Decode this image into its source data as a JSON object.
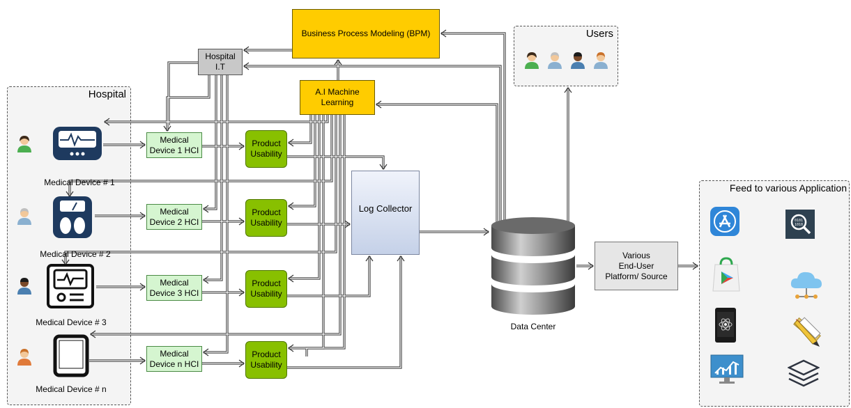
{
  "groups": {
    "hospital": "Hospital",
    "users": "Users",
    "feed": "Feed to various Application"
  },
  "nodes": {
    "bpm": "Business Process Modeling (BPM)",
    "hospital_it": [
      "Hospital",
      "I.T"
    ],
    "ai": [
      "A.I Machine",
      "Learning"
    ],
    "hci": [
      [
        "Medical",
        "Device 1 HCI"
      ],
      [
        "Medical",
        "Device 2 HCI"
      ],
      [
        "Medical",
        "Device 3 HCI"
      ],
      [
        "Medical",
        "Device n HCI"
      ]
    ],
    "usability": [
      "Product",
      "Usability"
    ],
    "log_collector": "Log Collector",
    "data_center": "Data Center",
    "various": [
      "Various",
      "End-User",
      "Platform/ Source"
    ]
  },
  "devices": [
    "Medical Device # 1",
    "Medical Device # 2",
    "Medical Device # 3",
    "Medical Device # n"
  ],
  "colors": {
    "yellow": "#ffcc00",
    "green_light": "#d5f5d0",
    "green_dark": "#88c000",
    "gray": "#c8c8c8",
    "device_navy": "#1e3a5f",
    "arrow": "#333333"
  },
  "user_icons": [
    "user-green-icon",
    "user-gray-icon",
    "user-dark-icon",
    "user-orange-icon"
  ],
  "app_icons": [
    "app-store-icon",
    "binary-search-icon",
    "play-store-icon",
    "cloud-network-icon",
    "atom-phone-icon",
    "pencil-ruler-icon",
    "monitor-chart-icon",
    "layers-icon"
  ]
}
